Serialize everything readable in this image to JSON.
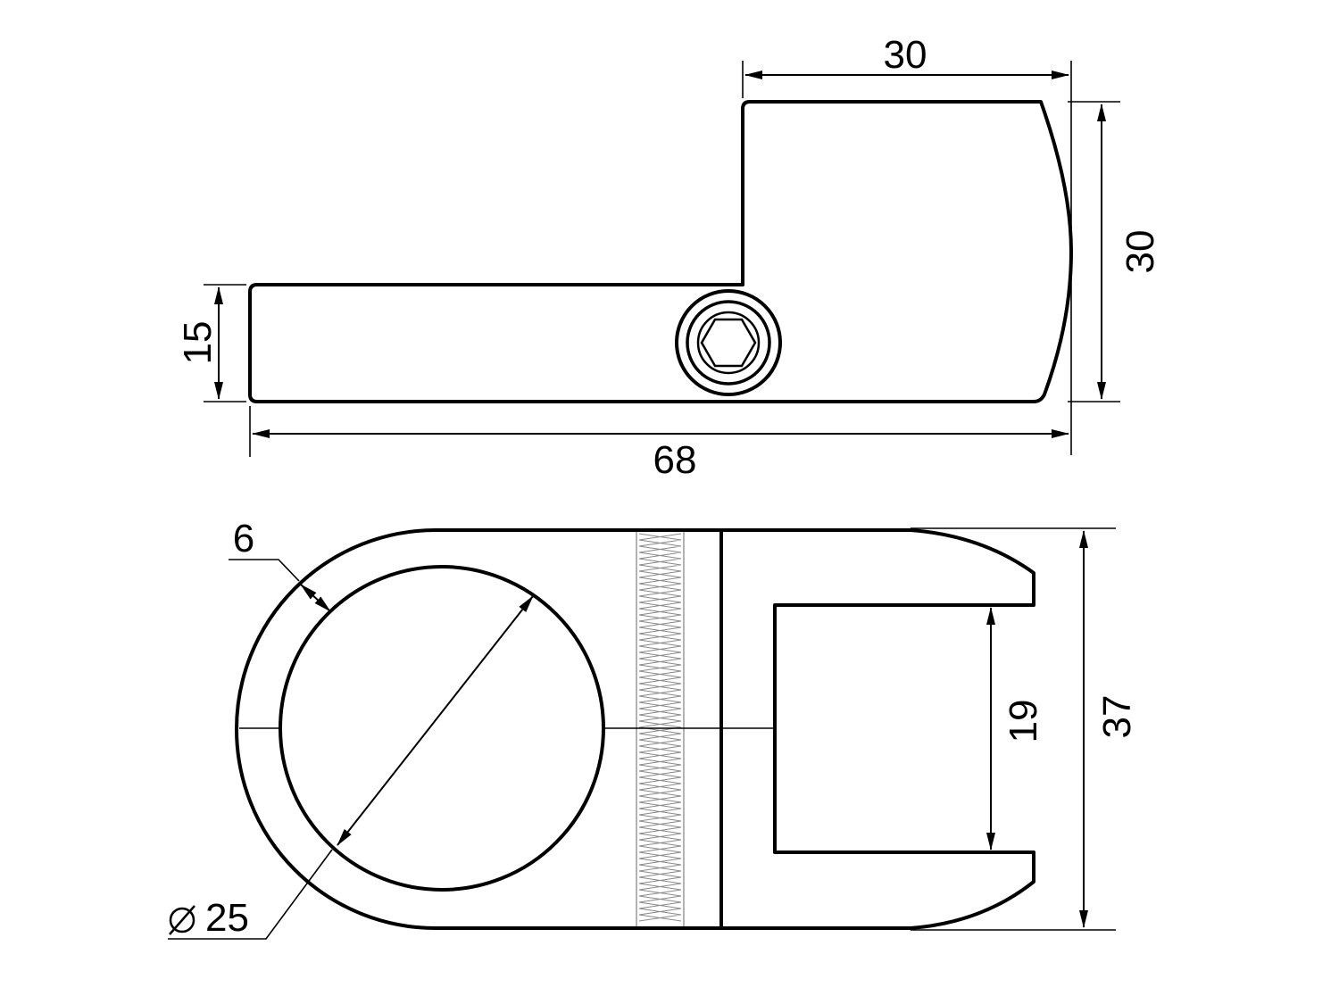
{
  "dimensions": {
    "top_width": "30",
    "right_height": "30",
    "left_height": "15",
    "total_length": "68",
    "wall_thickness": "6",
    "bore_diameter": "25",
    "slot_width": "19",
    "overall_height": "37"
  },
  "colors": {
    "line": "#000000",
    "thread": "#8a8a8a",
    "background": "#ffffff"
  }
}
